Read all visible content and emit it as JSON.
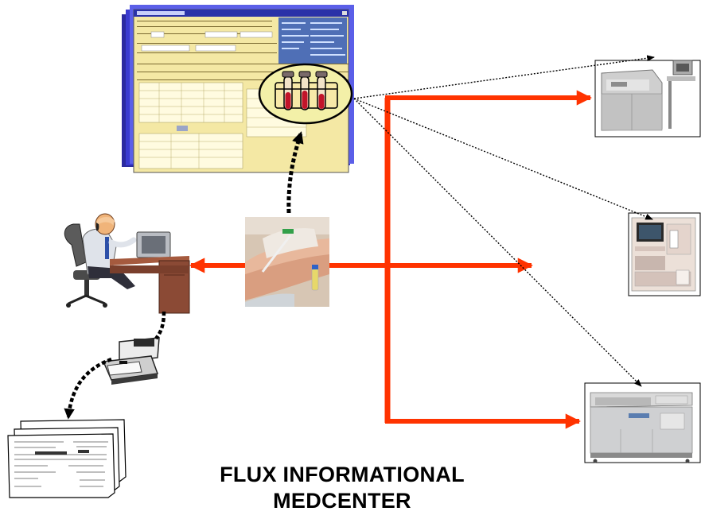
{
  "caption": {
    "line1": "FLUX INFORMATIONAL",
    "line2": "MEDCENTER"
  },
  "nodes": [
    {
      "id": "lis-software-window",
      "kind": "screenshot"
    },
    {
      "id": "test-tubes-icon",
      "kind": "icon"
    },
    {
      "id": "blood-collection-photo",
      "kind": "photo"
    },
    {
      "id": "doctor-at-desk",
      "kind": "clipart"
    },
    {
      "id": "printer-icon",
      "kind": "clipart"
    },
    {
      "id": "printed-report",
      "kind": "document"
    },
    {
      "id": "chemistry-analyzer-1",
      "kind": "device"
    },
    {
      "id": "hematology-analyzer",
      "kind": "device"
    },
    {
      "id": "chemistry-analyzer-2",
      "kind": "device"
    }
  ],
  "colors": {
    "specimen_flow": "#ff3300",
    "data_flow": "#000000",
    "window_title": "#2a32a8",
    "window_body": "#f5eaa0",
    "window_panel": "#4f6fb6",
    "desk": "#8b4a35"
  }
}
